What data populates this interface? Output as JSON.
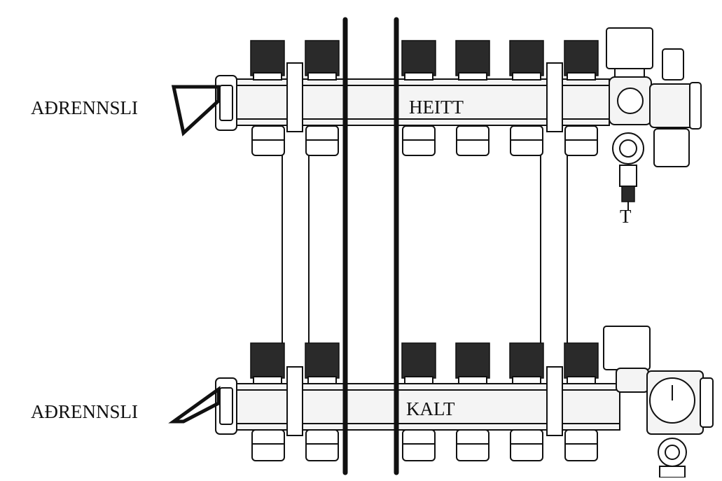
{
  "labels": {
    "drain_top": "AÐRENNSLI",
    "drain_bottom": "AÐRENNSLI",
    "hot": "HEITT",
    "cold": "KALT",
    "t_mark": "T"
  },
  "colors": {
    "ink": "#111111",
    "knob": "#2a2a2a",
    "background": "#ffffff"
  },
  "icons": [
    "air-vent-icon",
    "thermometer-gauge-icon",
    "flow-meter-icon",
    "valve-icon"
  ]
}
